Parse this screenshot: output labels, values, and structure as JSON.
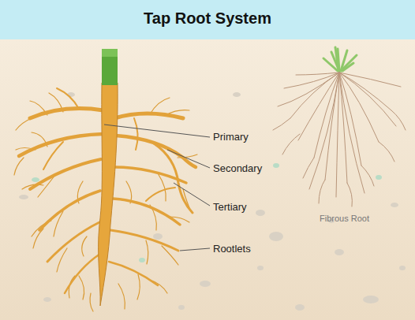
{
  "diagram": {
    "title": "Tap Root System",
    "labels": [
      "Primary",
      "Secondary",
      "Tertiary",
      "Rootlets",
      "Fibrous Root"
    ]
  }
}
